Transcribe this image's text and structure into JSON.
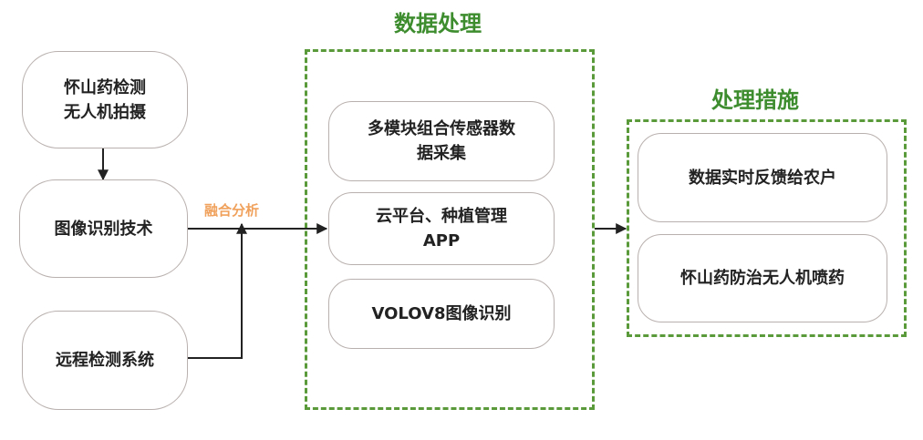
{
  "groups": {
    "data_processing": {
      "title": "数据处理"
    },
    "measures": {
      "title": "处理措施"
    }
  },
  "inputs": {
    "uav_capture": "怀山药检测\n无人机拍摄",
    "image_recognition_tech": "图像识别技术",
    "remote_monitoring": "远程检测系统"
  },
  "edge_label": "融合分析",
  "processing": {
    "sensor_collection": "多模块组合传感器数\n据采集",
    "cloud_platform": "云平台、种植管理\nAPP",
    "volov8": "VOLOV8图像识别"
  },
  "measures_items": {
    "feedback": "数据实时反馈给农户",
    "uav_spray": "怀山药防治无人机喷药"
  },
  "colors": {
    "group_border": "#5a9a3a",
    "group_title": "#3d8c2e",
    "edge_label": "#f0a15c",
    "node_border": "#b8b0ae",
    "arrow": "#222222"
  }
}
